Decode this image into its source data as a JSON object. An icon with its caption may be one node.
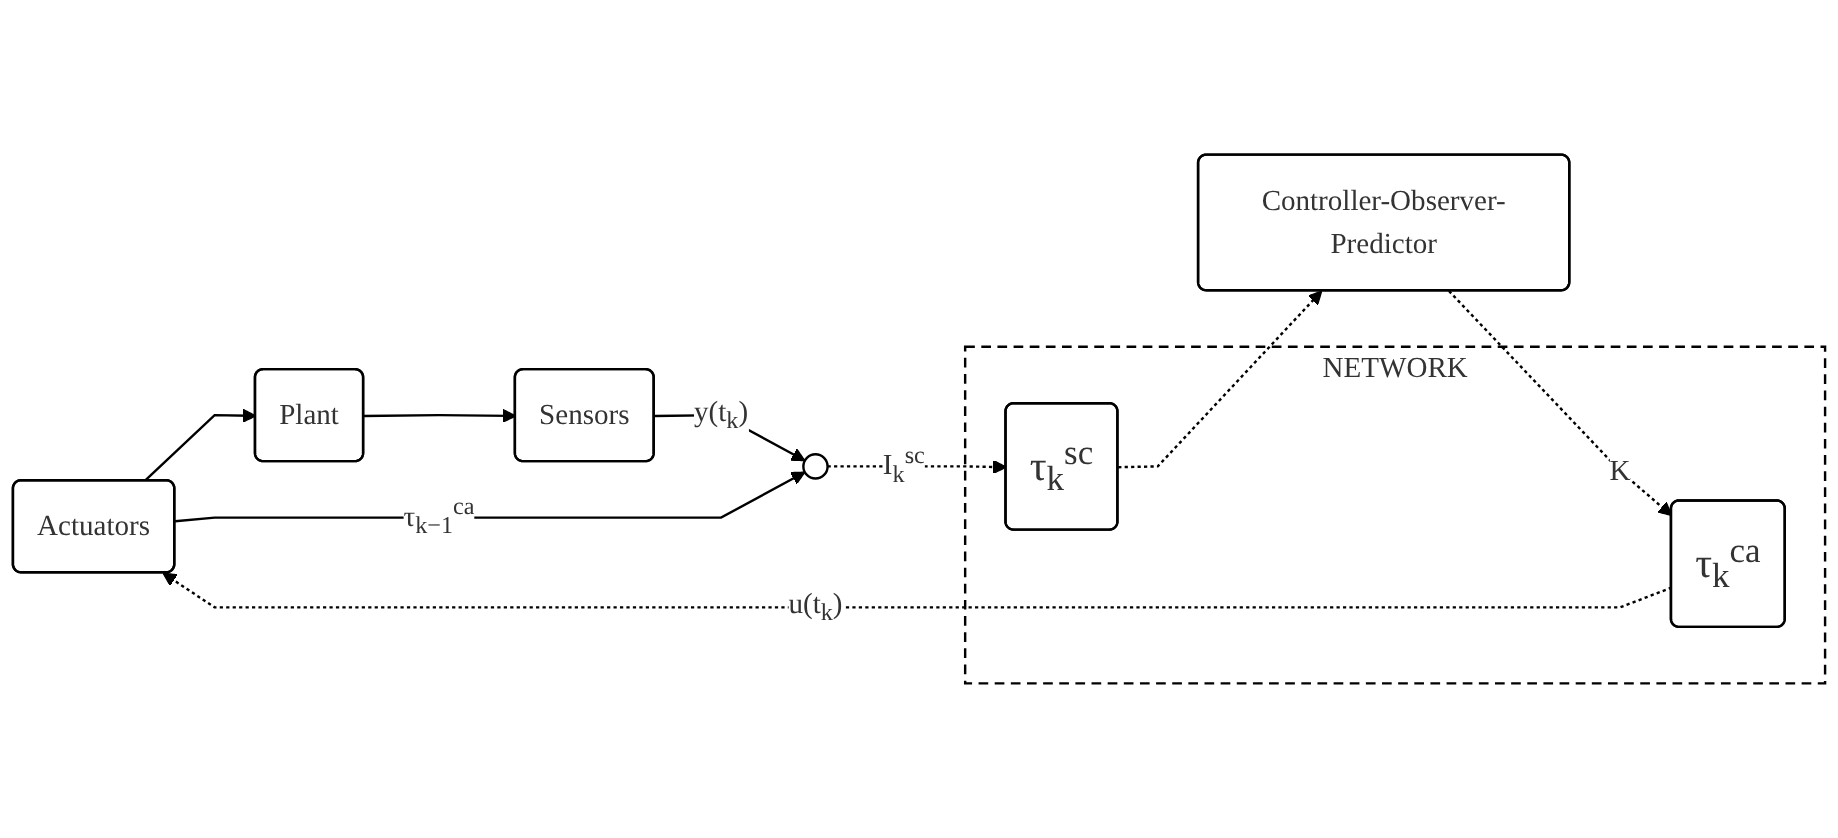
{
  "diagram": {
    "nodes": [
      {
        "text": [
          "Actuators"
        ]
      },
      {
        "text": [
          "Plant"
        ]
      },
      {
        "text": [
          "Sensors"
        ]
      },
      {
        "text": [],
        "shape": "circle"
      },
      {
        "text": [
          "NETWORK"
        ]
      },
      {
        "text": [
          "τ$_{k}$$^{ca}$"
        ],
        "in": 4
      },
      {
        "text": [
          "τ$_{k}$$^{sc}$"
        ],
        "in": 4
      },
      {
        "text": [
          "Controller-Observer-Predictor"
        ]
      }
    ],
    "edges": [
      {
        "from": 0,
        "to": 1,
        "arrow": "to"
      },
      {
        "from": 1,
        "to": 2,
        "arrow": "to"
      },
      {
        "from": 2,
        "to": 3,
        "arrow": "to",
        "label": "y(t$_{k}$)"
      },
      {
        "from": 0,
        "to": 3,
        "arrow": "to",
        "label": "τ$_{k−1}$$^{ca}$"
      },
      {
        "from": 3,
        "to": 6,
        "arrow": "to",
        "label": "I$_{k}$$^{sc}$",
        "style": "dashed"
      },
      {
        "from": 6,
        "to": 7,
        "arrow": "to",
        "style": "dashed"
      },
      {
        "from": 7,
        "to": 5,
        "arrow": "to",
        "label": "K",
        "style": "dashed"
      },
      {
        "from": 5,
        "to": 0,
        "arrow": "to",
        "label": "u(t$_{k}$)",
        "style": "dashed"
      }
    ]
  }
}
